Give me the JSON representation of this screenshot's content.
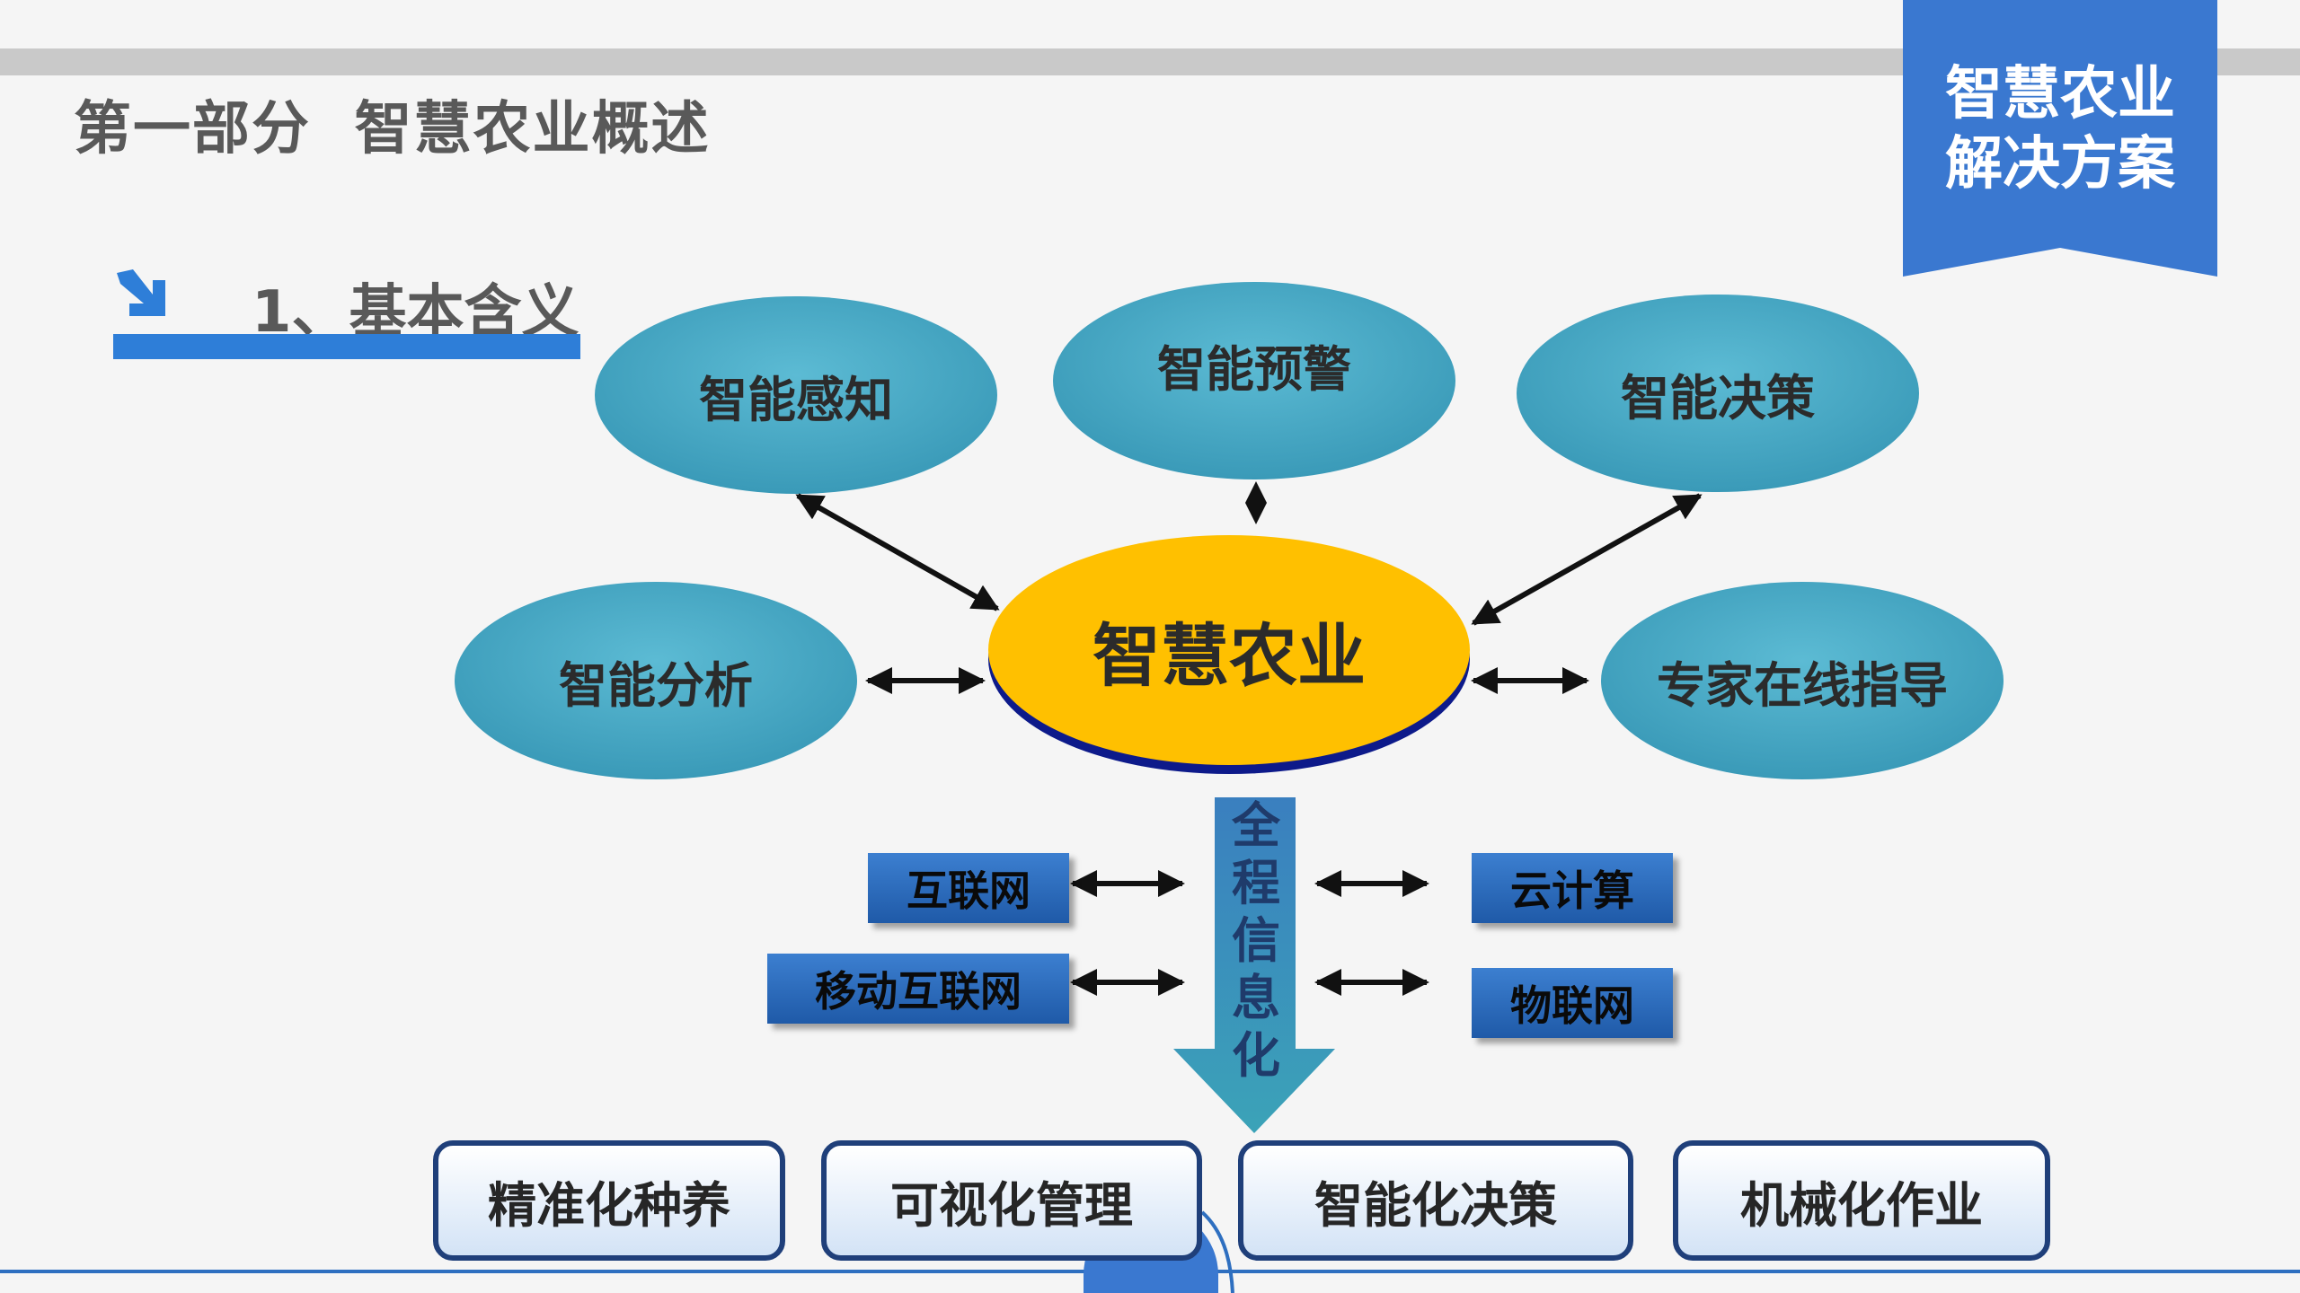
{
  "header": {
    "section_title": "第一部分  智慧农业概述",
    "banner_line1": "智慧农业",
    "banner_line2": "解决方案",
    "subtitle": "1、基本含义"
  },
  "diagram": {
    "center": "智慧农业",
    "nodes": {
      "perception": "智能感知",
      "warning": "智能预警",
      "decision": "智能决策",
      "analysis": "智能分析",
      "expert": "专家在线指导"
    },
    "flow_label": [
      "全",
      "程",
      "信",
      "息",
      "化"
    ],
    "technologies": {
      "internet": "互联网",
      "mobile_internet": "移动互联网",
      "cloud": "云计算",
      "iot": "物联网"
    },
    "outcomes": [
      "精准化种养",
      "可视化管理",
      "智能化决策",
      "机械化作业"
    ]
  },
  "colors": {
    "oval": "#4aabc6",
    "center": "#ffc000",
    "banner": "#3a78d0",
    "accent": "#2e7ed8"
  }
}
